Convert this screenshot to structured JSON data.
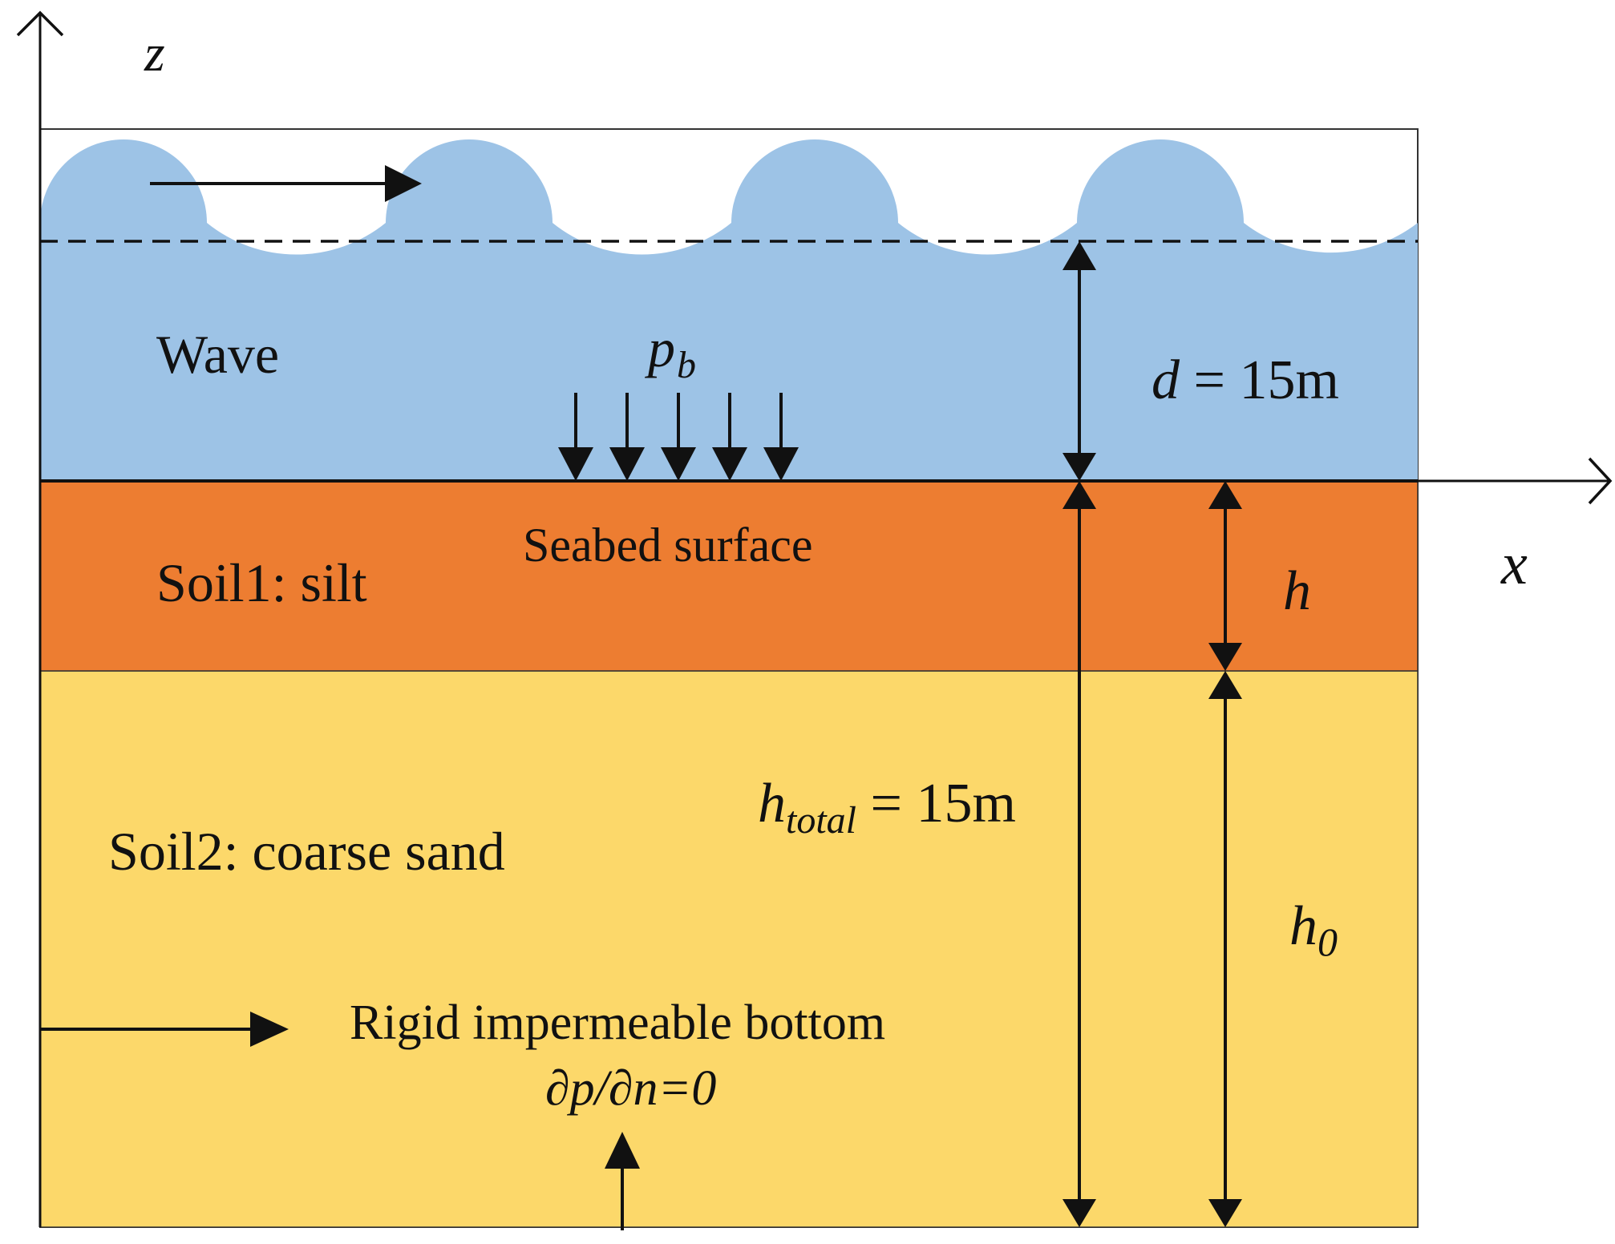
{
  "axes": {
    "z_label": "z",
    "x_label": "x"
  },
  "layers": [
    {
      "id": "water",
      "label": "Wave",
      "color": "#9DC3E6"
    },
    {
      "id": "soil1",
      "label": "Soil1: silt",
      "color": "#ED7D31"
    },
    {
      "id": "soil2",
      "label": "Soil2: coarse sand",
      "color": "#FCD86A"
    }
  ],
  "labels": {
    "wave_pressure_symbol": "p",
    "wave_pressure_subscript": "b",
    "seabed_surface": "Seabed surface",
    "water_depth_symbol": "d",
    "water_depth_value": " = 15m",
    "soil1_thickness": "h",
    "total_thickness_symbol": "h",
    "total_thickness_subscript": "total",
    "total_thickness_value": " = 15m",
    "soil2_thickness_symbol": "h",
    "soil2_thickness_subscript": "0",
    "bottom_condition_title": "Rigid impermeable bottom",
    "bottom_condition_formula": "∂p/∂n=0"
  }
}
